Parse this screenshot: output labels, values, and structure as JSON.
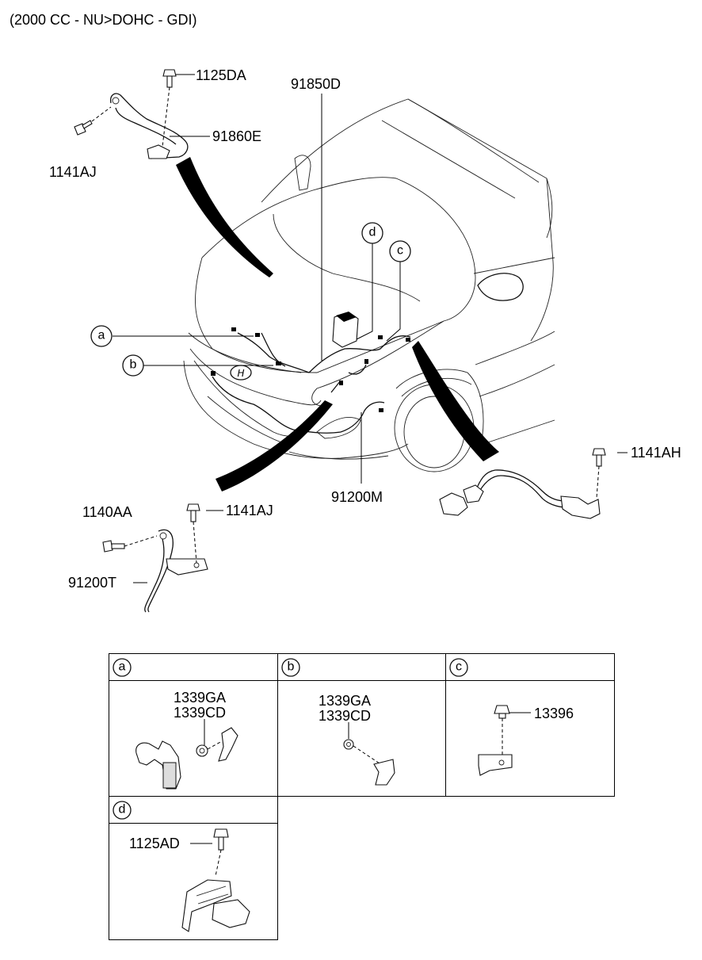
{
  "header": {
    "subtitle": "(2000 CC - NU>DOHC - GDI)"
  },
  "callouts": {
    "p1125DA": "1125DA",
    "p91850D": "91850D",
    "p91860E": "91860E",
    "p1141AJ_top": "1141AJ",
    "p1141AH": "1141AH",
    "p91200M": "91200M",
    "p1140AA": "1140AA",
    "p1141AJ_bottom": "1141AJ",
    "p91200T": "91200T"
  },
  "markers": {
    "a": "a",
    "b": "b",
    "c": "c",
    "d": "d"
  },
  "detail_table": {
    "a": {
      "marker": "a",
      "part1": "1339GA",
      "part2": "1339CD"
    },
    "b": {
      "marker": "b",
      "part1": "1339GA",
      "part2": "1339CD"
    },
    "c": {
      "marker": "c",
      "part1": "13396"
    },
    "d": {
      "marker": "d",
      "part1": "1125AD"
    }
  }
}
